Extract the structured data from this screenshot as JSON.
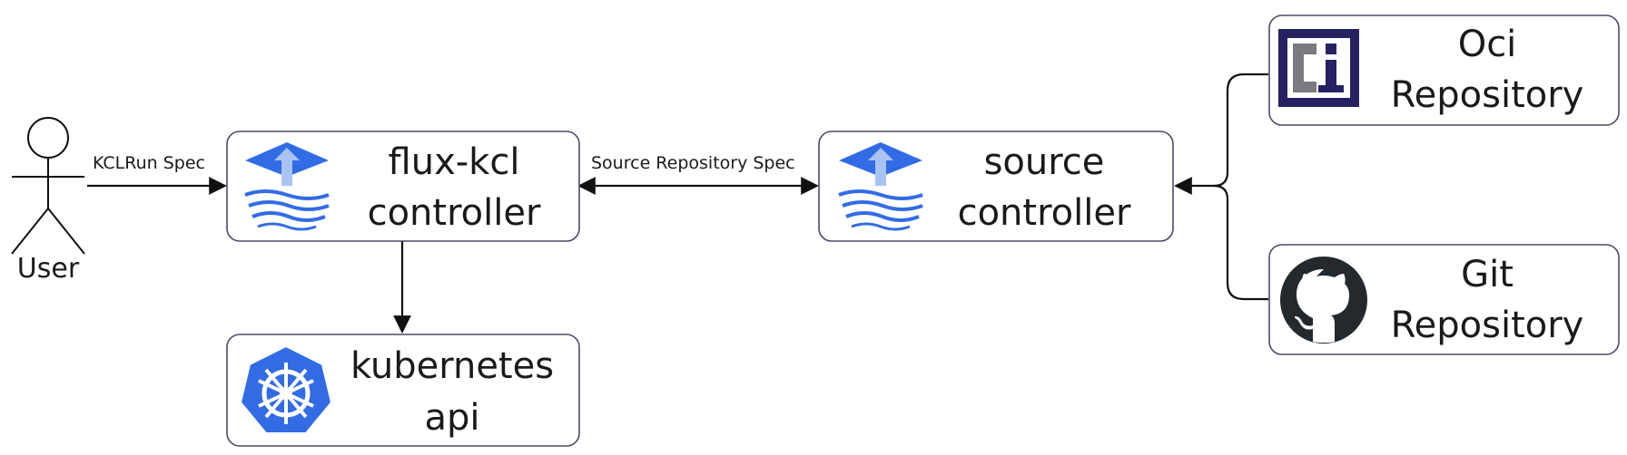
{
  "actor": {
    "label": "User"
  },
  "nodes": {
    "flux_kcl": {
      "line1": "flux-kcl",
      "line2": "controller",
      "icon": "flux-icon"
    },
    "source": {
      "line1": "source",
      "line2": "controller",
      "icon": "flux-icon"
    },
    "kubernetes": {
      "line1": "kubernetes",
      "line2": "api",
      "icon": "kubernetes-helm-icon"
    },
    "oci": {
      "line1": "Oci",
      "line2": "Repository",
      "icon": "oci-icon"
    },
    "git": {
      "line1": "Git",
      "line2": "Repository",
      "icon": "github-icon"
    }
  },
  "edges": {
    "user_to_flux": "KCLRun Spec",
    "flux_source": "Source Repository Spec"
  },
  "colors": {
    "flux_blue": "#326ce5",
    "flux_light": "#93b4ee",
    "kubernetes_blue": "#326ce5",
    "oci_navy": "#262261",
    "github_black": "#24292e"
  }
}
